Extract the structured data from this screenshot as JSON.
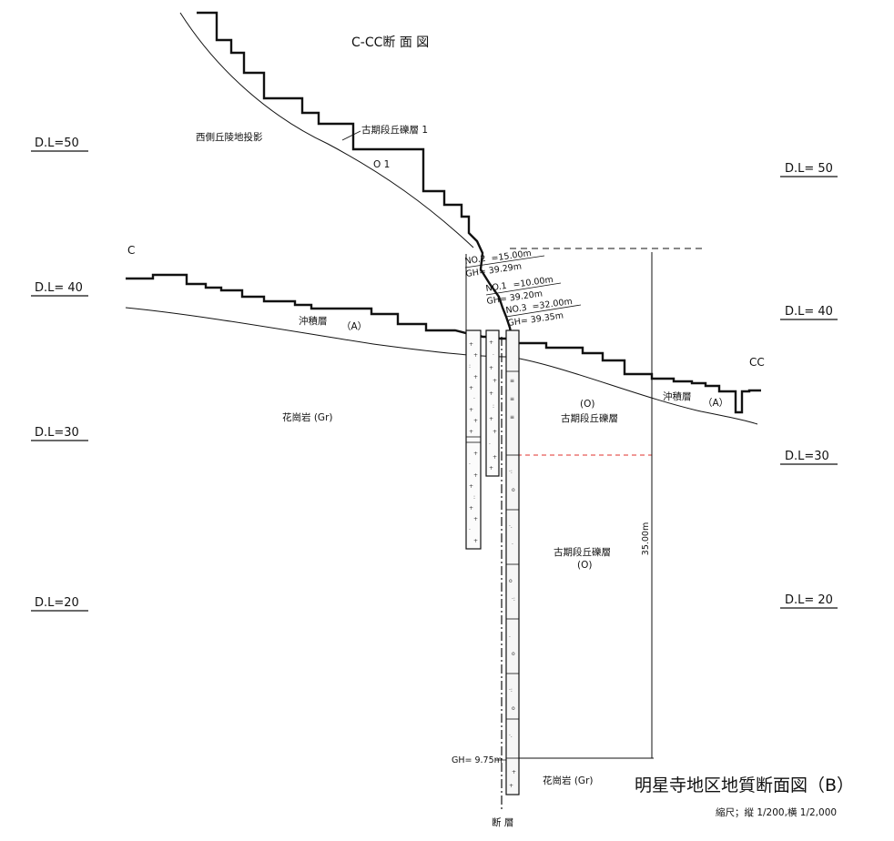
{
  "section_title": "C-CC断 面 図",
  "main_title": "明星寺地区地質断面図（B）",
  "scale_note": "縮尺；縦 1/200,横 1/2,000",
  "endpoints": {
    "left": "C",
    "right": "CC"
  },
  "datum_left": [
    "D.L=50",
    "D.L= 40",
    "D.L=30",
    "D.L=20"
  ],
  "datum_right": [
    "D.L= 50",
    "D.L= 40",
    "D.L=30",
    "D.L= 20"
  ],
  "labels": {
    "west_projection": "西側丘陵地投影",
    "old_terrace_1": "古期段丘礫層 1",
    "o1": "O 1",
    "alluvium_left": "沖積層",
    "alluvium_left_code": "（A）",
    "alluvium_right": "沖積層",
    "alluvium_right_code": "（A）",
    "granite_left": "花崗岩 (Gr)",
    "terrace_upper_code": "(O)",
    "terrace_upper": "古期段丘礫層",
    "terrace_lower": "古期段丘礫層",
    "terrace_lower_code": "(O)",
    "granite_bottom": "花崗岩 (Gr)",
    "fault": "断 層",
    "depth_dim": "35.00m",
    "gh_bottom": "GH= 9.75m"
  },
  "boreholes": [
    {
      "name": "NO.2",
      "depth": "=15.00m",
      "gh": "GH= 39.29m"
    },
    {
      "name": "NO.1",
      "depth": "=10.00m",
      "gh": "GH= 39.20m"
    },
    {
      "name": "NO.3",
      "depth": "=32.00m",
      "gh": "GH= 39.35m"
    }
  ]
}
